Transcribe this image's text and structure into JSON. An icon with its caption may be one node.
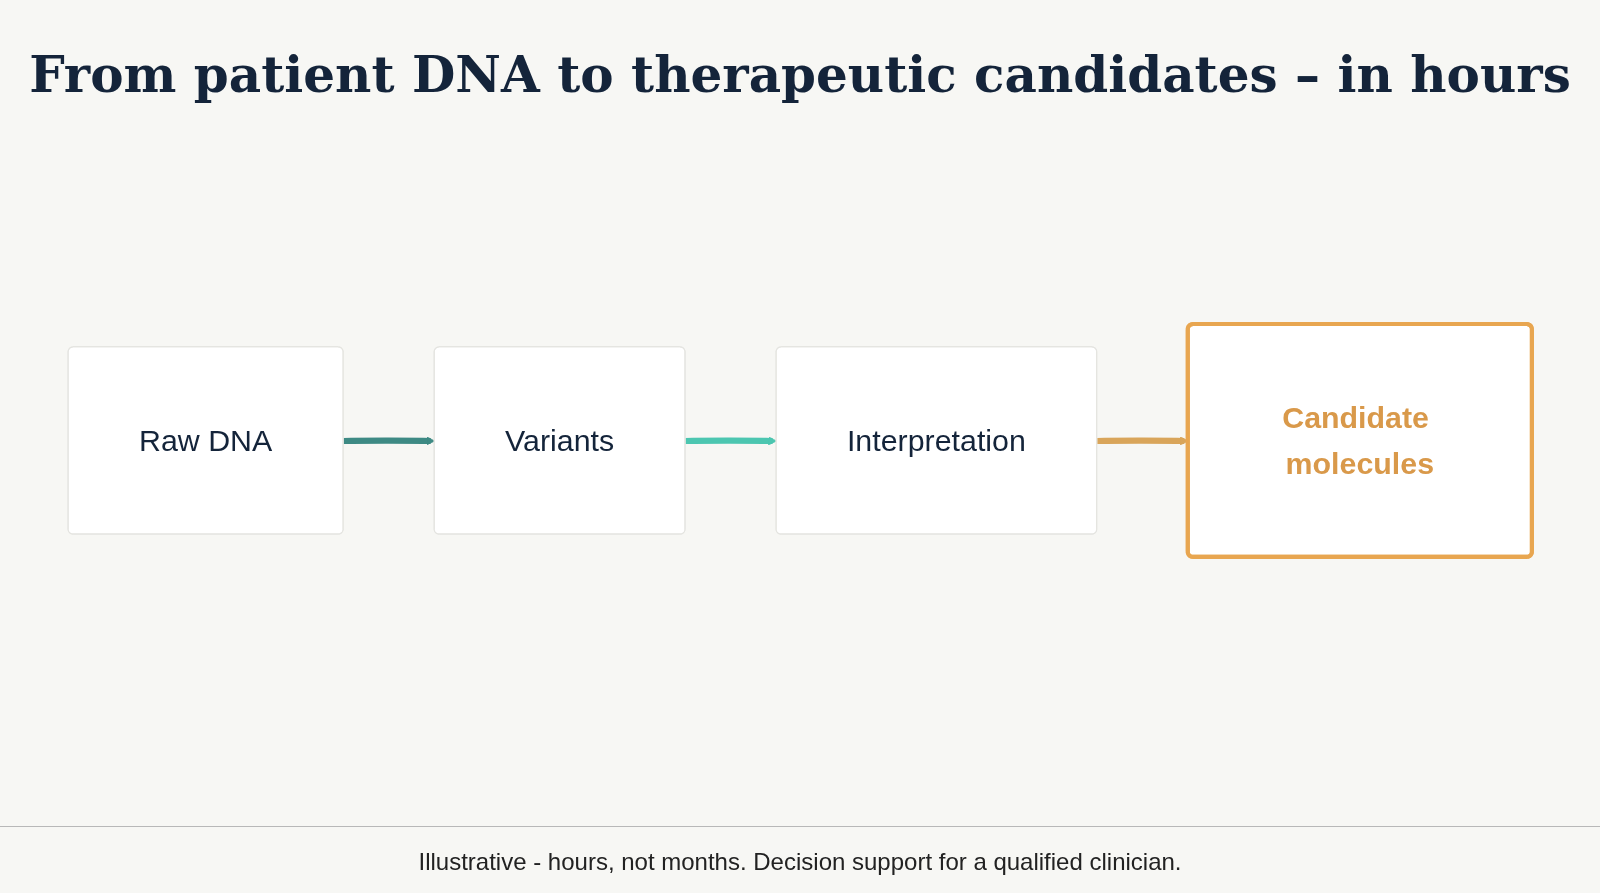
{
  "diagram": {
    "title": "From patient DNA to therapeutic candidates – in hours",
    "caption": "Illustrative - hours, not months. Decision support for a qualified clinician.",
    "nodes": [
      {
        "text": [
          "Raw DNA"
        ]
      },
      {
        "text": [
          "Variants"
        ]
      },
      {
        "text": [
          "Interpretation"
        ]
      },
      {
        "text": [
          "Candidate molecules"
        ]
      }
    ],
    "edges": [
      {
        "from": 0,
        "to": 1,
        "arrow": "to",
        "color": "#3e8a84"
      },
      {
        "from": 1,
        "to": 2,
        "arrow": "to",
        "color": "#4cc6b0"
      },
      {
        "from": 2,
        "to": 3,
        "arrow": "to",
        "color": "#d9a55a"
      }
    ]
  }
}
